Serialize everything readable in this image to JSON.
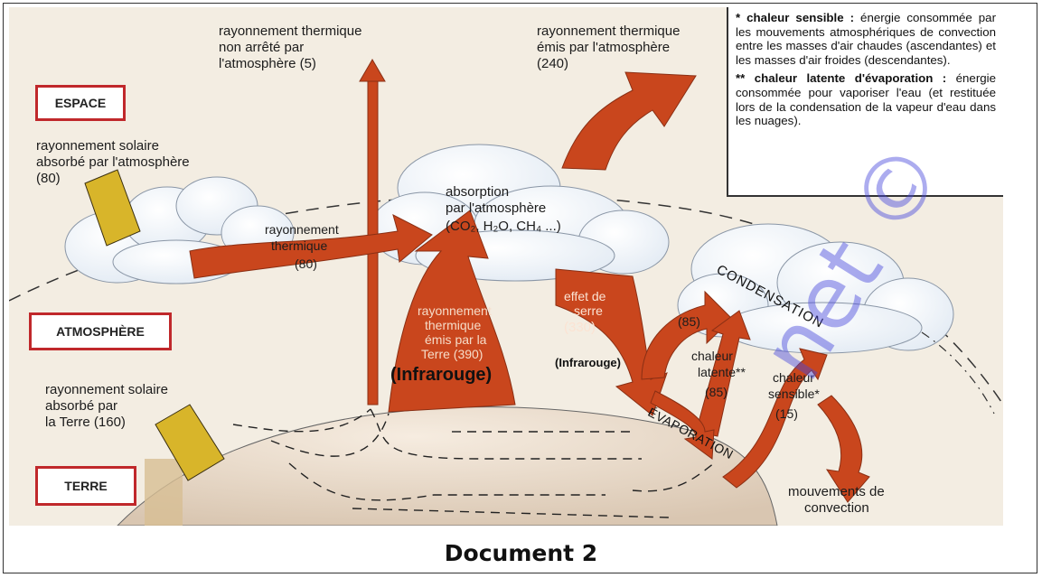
{
  "labels": {
    "espace": "ESPACE",
    "atmosphere": "ATMOSPHÈRE",
    "terre": "TERRE",
    "solar_atm_1": "rayonnement solaire",
    "solar_atm_2": "absorbé par l'atmosphère",
    "solar_atm_3": "(80)",
    "solar_earth_1": "rayonnement solaire",
    "solar_earth_2": "absorbé par",
    "solar_earth_3": "la Terre (160)",
    "rt_not_stopped_1": "rayonnement thermique",
    "rt_not_stopped_2": "non arrêté par",
    "rt_not_stopped_3": "l'atmosphère (5)",
    "rt_atm_emitted_1": "rayonnement thermique",
    "rt_atm_emitted_2": "émis par l'atmosphère",
    "rt_atm_emitted_3": "(240)",
    "rt_80_1": "rayonnement",
    "rt_80_2": "thermique",
    "rt_80_3": "(80)",
    "absorption_1": "absorption",
    "absorption_2": "par l'atmosphère",
    "absorption_3": "(CO₂, H₂O, CH₄ ...)",
    "rt_earth_1": "rayonnement",
    "rt_earth_2": "thermique",
    "rt_earth_3": "émis par la",
    "rt_earth_4": "Terre (390)",
    "infrarouge_big": "(Infrarouge)",
    "serre_1": "effet de",
    "serre_2": "serre",
    "serre_3": "(330)",
    "infrarouge_small": "(Infrarouge)",
    "v85_top": "(85)",
    "latente_1": "chaleur",
    "latente_2": "latente**",
    "latente_3": "(85)",
    "sensible_1": "chaleur",
    "sensible_2": "sensible*",
    "sensible_3": "(15)",
    "condensation": "CONDENSATION",
    "evaporation": "ÉVAPORATION",
    "mouvements_1": "mouvements de",
    "mouvements_2": "convection"
  },
  "notes": {
    "sensible_title": "* chaleur sensible :",
    "sensible_body": "énergie consommée par les mouvements atmosphériques de convection entre les masses d'air chaudes (ascendantes) et les masses d'air froides (descendantes).",
    "latente_title": "** chaleur latente d'évaporation :",
    "latente_body": "énergie consommée pour vaporiser l'eau (et restituée lors de la condensation de la vapeur d'eau dans les nuages)."
  },
  "caption": "Document 2",
  "watermark": "net ©",
  "colors": {
    "arrow": "#c9461d",
    "arrow_dark": "#a8361a",
    "box_border": "#c0282b",
    "sunlight": "#d8b52a",
    "earth": "#eadccb",
    "cloud": "#f2f6fb",
    "watermark": "#4646dc"
  }
}
